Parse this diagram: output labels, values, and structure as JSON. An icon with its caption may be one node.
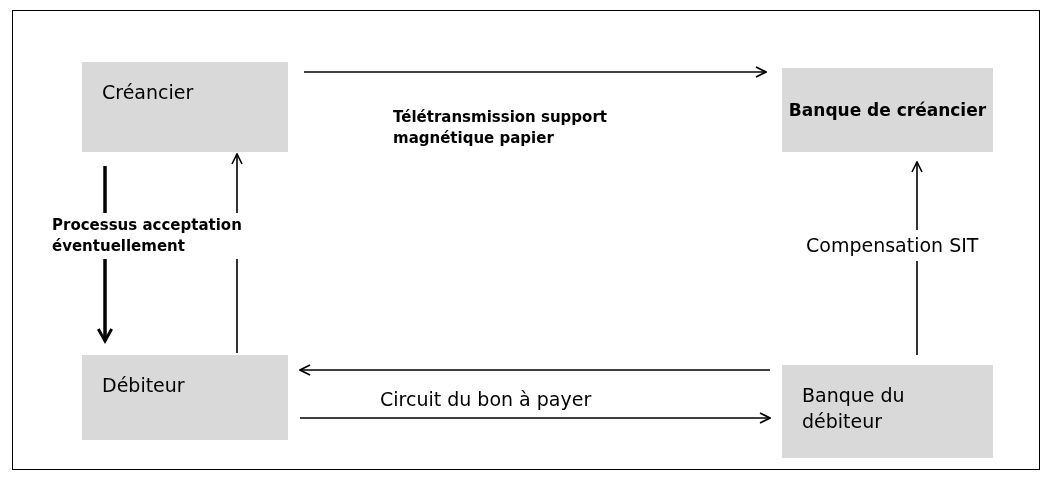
{
  "diagram": {
    "nodes": [
      {
        "text": [
          "Créancier"
        ]
      },
      {
        "text": [
          "Banque de créancier"
        ]
      },
      {
        "text": [
          "Débiteur"
        ]
      },
      {
        "text": [
          "Banque du débiteur"
        ]
      }
    ],
    "edges": [
      {
        "from": 0,
        "to": 1,
        "arrow": "to",
        "label": "Télétransmission support magnétique papier"
      },
      {
        "from": 0,
        "to": 2,
        "arrow": "to",
        "style": "thick",
        "label": "Processus acceptation éventuellement"
      },
      {
        "from": 2,
        "to": 0,
        "arrow": "to"
      },
      {
        "from": 3,
        "to": 1,
        "arrow": "to",
        "label": "Compensation SIT"
      },
      {
        "from": 3,
        "to": 2,
        "arrow": "to",
        "label": "Circuit du bon à payer"
      },
      {
        "from": 2,
        "to": 3,
        "arrow": "to"
      }
    ]
  }
}
